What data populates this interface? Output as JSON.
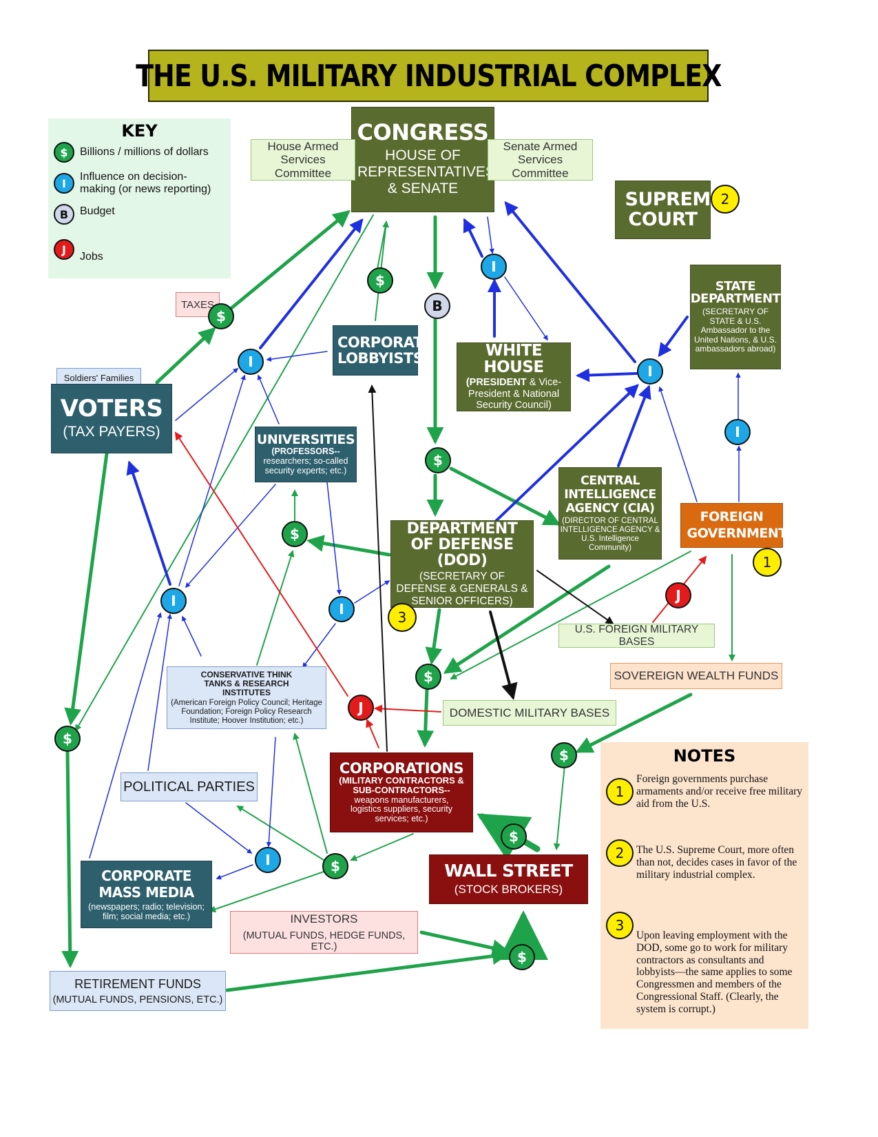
{
  "title": "THE U.S. MILITARY INDUSTRIAL COMPLEX",
  "key": {
    "heading": "KEY",
    "items": [
      {
        "symbol": "$",
        "text": "Billions / millions of dollars",
        "color": "#1fa34a"
      },
      {
        "symbol": "I",
        "text": "Influence on decision-making (or news reporting)",
        "color": "#1ea7e6"
      },
      {
        "symbol": "B",
        "text": "Budget",
        "color": "#cfd7e8"
      },
      {
        "symbol": "J",
        "text": "Jobs",
        "color": "#e41b1b"
      }
    ]
  },
  "nodes": {
    "congress": {
      "title": "CONGRESS",
      "sub": "HOUSE OF REPRESENTATIVES & SENATE"
    },
    "house_committee": "House Armed Services Committee",
    "senate_committee": "Senate Armed Services Committee",
    "supreme_court": "SUPREME COURT",
    "state_dept": {
      "title": "STATE DEPARTMENT",
      "sub": "(SECRETARY OF STATE & U.S. Ambassador to the United Nations, & U.S. ambassadors abroad)"
    },
    "white_house": {
      "title": "WHITE HOUSE",
      "sub_bold": "(PRESIDENT",
      "sub": "& Vice-President & National Security Council)"
    },
    "corporate_lobbyists": "CORPORATE LOBBYISTS",
    "taxes": "TAXES",
    "soldiers_families": "Soldiers' Families",
    "voters": {
      "title": "VOTERS",
      "sub": "(TAX PAYERS)"
    },
    "universities": {
      "title": "UNIVERSITIES",
      "sub_bold": "(PROFESSORS--",
      "sub": "researchers; so-called security experts; etc.)"
    },
    "dod": {
      "title": "DEPARTMENT OF DEFENSE (DOD)",
      "sub": "(SECRETARY OF DEFENSE & GENERALS & SENIOR OFFICERS)"
    },
    "cia": {
      "title": "CENTRAL INTELLIGENCE AGENCY (CIA)",
      "sub": "(DIRECTOR OF CENTRAL INTELLIGENCE AGENCY & U.S. Intelligence Community)"
    },
    "foreign_governments": "FOREIGN GOVERNMENTS",
    "foreign_bases": "U.S. FOREIGN MILITARY BASES",
    "sovereign_wealth": "SOVEREIGN WEALTH FUNDS",
    "domestic_bases": "DOMESTIC MILITARY BASES",
    "think_tanks": {
      "title": "CONSERVATIVE THINK TANKS & RESEARCH INSTITUTES",
      "sub": "(American Foreign Policy Council; Heritage Foundation; Foreign Policy Research Institute; Hoover Institution; etc.)"
    },
    "corporations": {
      "title": "CORPORATIONS",
      "sub_bold": "(MILITARY CONTRACTORS & SUB-CONTRACTORS--",
      "sub": "weapons manufacturers, logistics suppliers, security services; etc.)"
    },
    "political_parties": "POLITICAL PARTIES",
    "mass_media": {
      "title": "CORPORATE MASS MEDIA",
      "sub": "(newspapers; radio; television; film; social media; etc.)"
    },
    "wall_street": {
      "title": "WALL STREET",
      "sub": "(STOCK BROKERS)"
    },
    "investors": {
      "title": "INVESTORS",
      "sub": "(MUTUAL FUNDS, HEDGE FUNDS, ETC.)"
    },
    "retirement": {
      "title": "RETIREMENT FUNDS",
      "sub": "(MUTUAL FUNDS, PENSIONS, ETC.)"
    }
  },
  "symbols": {
    "dollar": "$",
    "influence": "I",
    "budget": "B",
    "jobs": "J",
    "n1": "1",
    "n2": "2",
    "n3": "3"
  },
  "notes": {
    "heading": "NOTES",
    "items": [
      {
        "num": "1",
        "text": "Foreign governments purchase armaments and/or receive free military aid from the U.S."
      },
      {
        "num": "2",
        "text": "The U.S. Supreme Court, more often than not, decides cases in favor of the military industrial complex."
      },
      {
        "num": "3",
        "text": "Upon leaving employment with the DOD, some go to work for military contractors as consultants and lobbyists—the same applies to some Congressmen and members of the Congressional Staff. (Clearly, the system is corrupt.)"
      }
    ]
  },
  "colors": {
    "money": "#1fa34a",
    "influence": "#1e2fe0",
    "jobs": "#e41b1b",
    "other": "#111111"
  }
}
